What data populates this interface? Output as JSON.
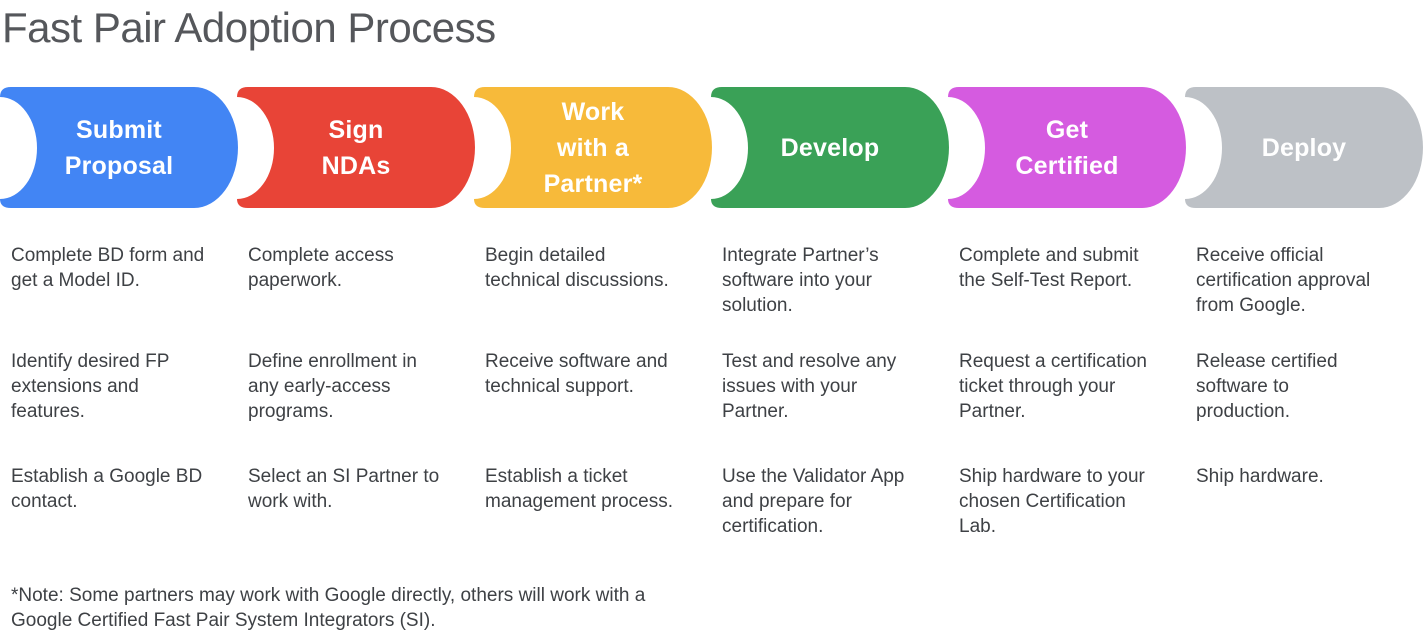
{
  "title": "Fast Pair Adoption Process",
  "footnote": "*Note: Some partners may work with Google directly, others will work with a\nGoogle Certified Fast Pair System Integrators (SI).",
  "stages": [
    {
      "label": "Submit\nProposal",
      "color": "#4285F4",
      "steps": [
        "Complete BD form and\nget a Model ID.",
        "Identify desired FP\nextensions and\nfeatures.",
        "Establish a Google BD\ncontact."
      ]
    },
    {
      "label": "Sign\nNDAs",
      "color": "#E84437",
      "steps": [
        "Complete access\npaperwork.",
        "Define enrollment in\nany early-access\nprograms.",
        "Select an SI Partner to\nwork with."
      ]
    },
    {
      "label": "Work\nwith a\nPartner*",
      "color": "#F7BA3A",
      "steps": [
        "Begin detailed\ntechnical discussions.",
        "Receive software and\ntechnical support.",
        "Establish a ticket\nmanagement process."
      ]
    },
    {
      "label": "Develop",
      "color": "#3AA157",
      "steps": [
        "Integrate Partner’s\nsoftware into your\nsolution.",
        "Test and resolve any\nissues with your\nPartner.",
        "Use the Validator App\nand prepare for\ncertification."
      ]
    },
    {
      "label": "Get\nCertified",
      "color": "#D55BE0",
      "steps": [
        "Complete and submit\nthe Self-Test Report.",
        "Request a certification\nticket through your\nPartner.",
        "Ship hardware to your\nchosen Certification\nLab."
      ]
    },
    {
      "label": "Deploy",
      "color": "#BDC1C6",
      "steps": [
        "Receive official\ncertification approval\nfrom Google.",
        "Release certified\nsoftware to\nproduction.",
        "Ship hardware."
      ]
    }
  ]
}
